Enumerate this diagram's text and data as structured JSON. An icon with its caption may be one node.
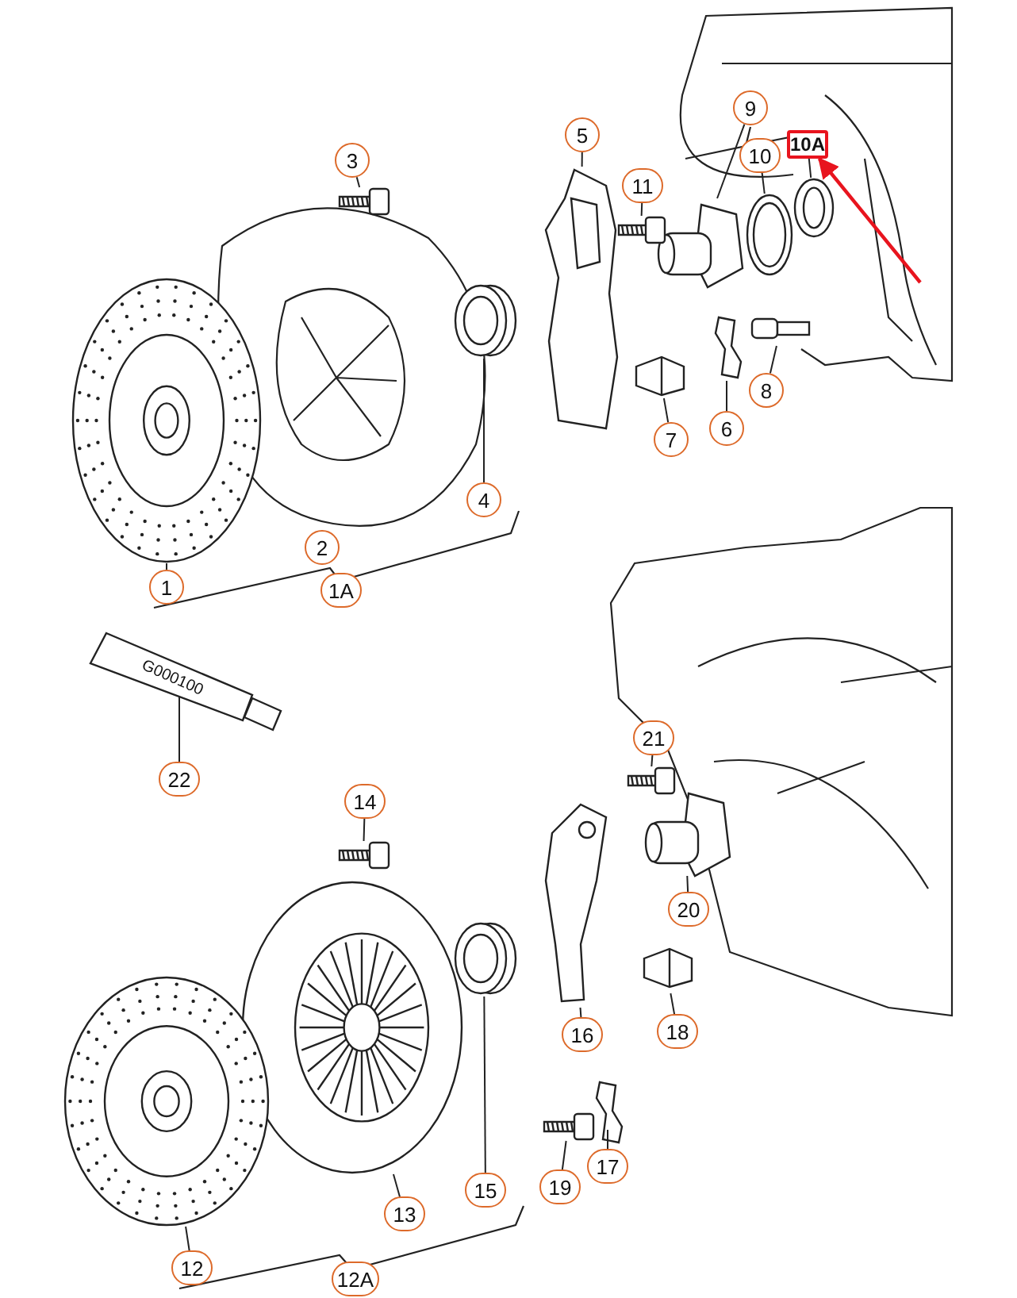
{
  "diagram": {
    "nodes": [
      {
        "text": [
          "3"
        ]
      },
      {
        "text": [
          "5"
        ]
      },
      {
        "text": [
          "9"
        ]
      },
      {
        "text": [
          "10A"
        ]
      },
      {
        "text": [
          "10"
        ]
      },
      {
        "text": [
          "11"
        ]
      },
      {
        "text": [
          "8"
        ]
      },
      {
        "text": [
          "6"
        ]
      },
      {
        "text": [
          "7"
        ]
      },
      {
        "text": [
          "4"
        ]
      },
      {
        "text": [
          "1"
        ]
      },
      {
        "text": [
          "22"
        ]
      },
      {
        "text": [
          "21"
        ]
      },
      {
        "text": [
          "14"
        ]
      },
      {
        "text": [
          "20"
        ]
      },
      {
        "text": [
          "16"
        ]
      },
      {
        "text": [
          "18"
        ]
      },
      {
        "text": [
          "17"
        ]
      },
      {
        "text": [
          "19"
        ]
      },
      {
        "text": [
          "15"
        ]
      },
      {
        "text": [
          "13"
        ]
      },
      {
        "text": [
          "12"
        ]
      },
      {
        "text": [],
        "shape": "picture"
      },
      {
        "text": [],
        "shape": "picture"
      },
      {
        "text": [],
        "shape": "picture"
      },
      {
        "text": [],
        "shape": "picture"
      },
      {
        "text": [],
        "shape": "picture"
      },
      {
        "text": [],
        "shape": "picture"
      },
      {
        "text": [],
        "shape": "picture"
      },
      {
        "text": [],
        "shape": "picture"
      },
      {
        "text": [],
        "shape": "picture"
      },
      {
        "text": [],
        "shape": "picture"
      },
      {
        "text": [],
        "shape": "picture"
      },
      {
        "text": [],
        "shape": "picture"
      },
      {
        "text": [],
        "shape": "picture"
      },
      {
        "text": [],
        "shape": "picture"
      },
      {
        "text": [],
        "shape": "picture"
      },
      {
        "text": [],
        "shape": "picture"
      },
      {
        "text": [],
        "shape": "picture"
      },
      {
        "text": [],
        "shape": "picture"
      },
      {
        "text": [],
        "shape": "picture"
      },
      {
        "text": [],
        "shape": "picture"
      },
      {
        "text": [],
        "shape": "picture"
      },
      {
        "text": [],
        "shape": "picture"
      },
      {
        "text": [
          "2"
        ]
      },
      {
        "text": [
          "1A"
        ]
      },
      {
        "text": [
          "12A"
        ]
      }
    ],
    "edges": [
      {
        "from": 0,
        "to": 22,
        "arrow": "none"
      },
      {
        "from": 1,
        "to": 23,
        "arrow": "none"
      },
      {
        "from": 2,
        "to": 24,
        "arrow": "none"
      },
      {
        "from": 3,
        "to": 25,
        "arrow": "none"
      },
      {
        "from": 4,
        "to": 26,
        "arrow": "none"
      },
      {
        "from": 5,
        "to": 27,
        "arrow": "none"
      },
      {
        "from": 6,
        "to": 28,
        "arrow": "none"
      },
      {
        "from": 7,
        "to": 29,
        "arrow": "none"
      },
      {
        "from": 8,
        "to": 30,
        "arrow": "none"
      },
      {
        "from": 9,
        "to": 31,
        "arrow": "none"
      },
      {
        "from": 10,
        "to": 32,
        "arrow": "none"
      },
      {
        "from": 11,
        "to": 33,
        "arrow": "none"
      },
      {
        "from": 12,
        "to": 34,
        "arrow": "none"
      },
      {
        "from": 13,
        "to": 35,
        "arrow": "none"
      },
      {
        "from": 14,
        "to": 36,
        "arrow": "none"
      },
      {
        "from": 15,
        "to": 37,
        "arrow": "none"
      },
      {
        "from": 16,
        "to": 38,
        "arrow": "none"
      },
      {
        "from": 17,
        "to": 39,
        "arrow": "none"
      },
      {
        "from": 18,
        "to": 40,
        "arrow": "none"
      },
      {
        "from": 19,
        "to": 41,
        "arrow": "none"
      },
      {
        "from": 20,
        "to": 42,
        "arrow": "none"
      },
      {
        "from": 21,
        "to": 43,
        "arrow": "none"
      },
      {
        "from": null,
        "to": 3,
        "arrow": "to",
        "color": "#e8141e"
      }
    ],
    "labels": [
      "G000100"
    ]
  }
}
